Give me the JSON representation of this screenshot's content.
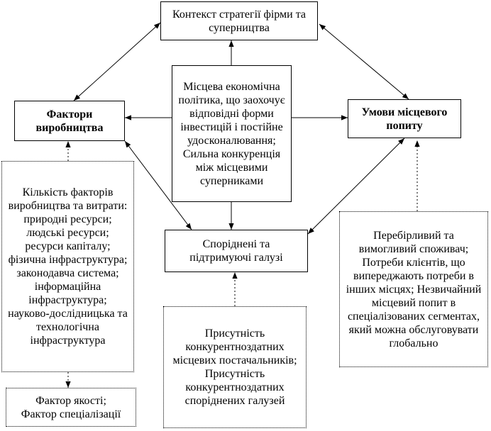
{
  "nodes": {
    "strategy": "Контекст стратегії фірми та суперництва",
    "factors": "Фактори виробництва",
    "demand": "Умови місцевого попиту",
    "related": "Споріднені та підтримуючі галузі",
    "policy": "Місцева економічна політика, що заохочує відповідні форми інвестицій і постійне удосконалювання; Сильна конкуренція між місцевими суперниками",
    "factor_details": "Кількість факторів виробництва та витрати: природні ресурси; людські ресурси; ресурси капіталу; фізична інфраструктура; законодавча система; інформаційна інфраструктура; науково-дослідницька та технологічна інфраструктура",
    "quality": "Фактор якості; Фактор спеціалізації",
    "suppliers": "Присутність конкурентноздатних місцевих постачальників; Присутність конкурентноздатних споріднених галузей",
    "demand_details": "Перебірливий та вимогливий споживач; Потреби клієнтів, що випереджають потреби в інших місцях; Незвичайний місцевий попит в спеціалізованих сегментах, який можна обслуговувати глобально"
  }
}
